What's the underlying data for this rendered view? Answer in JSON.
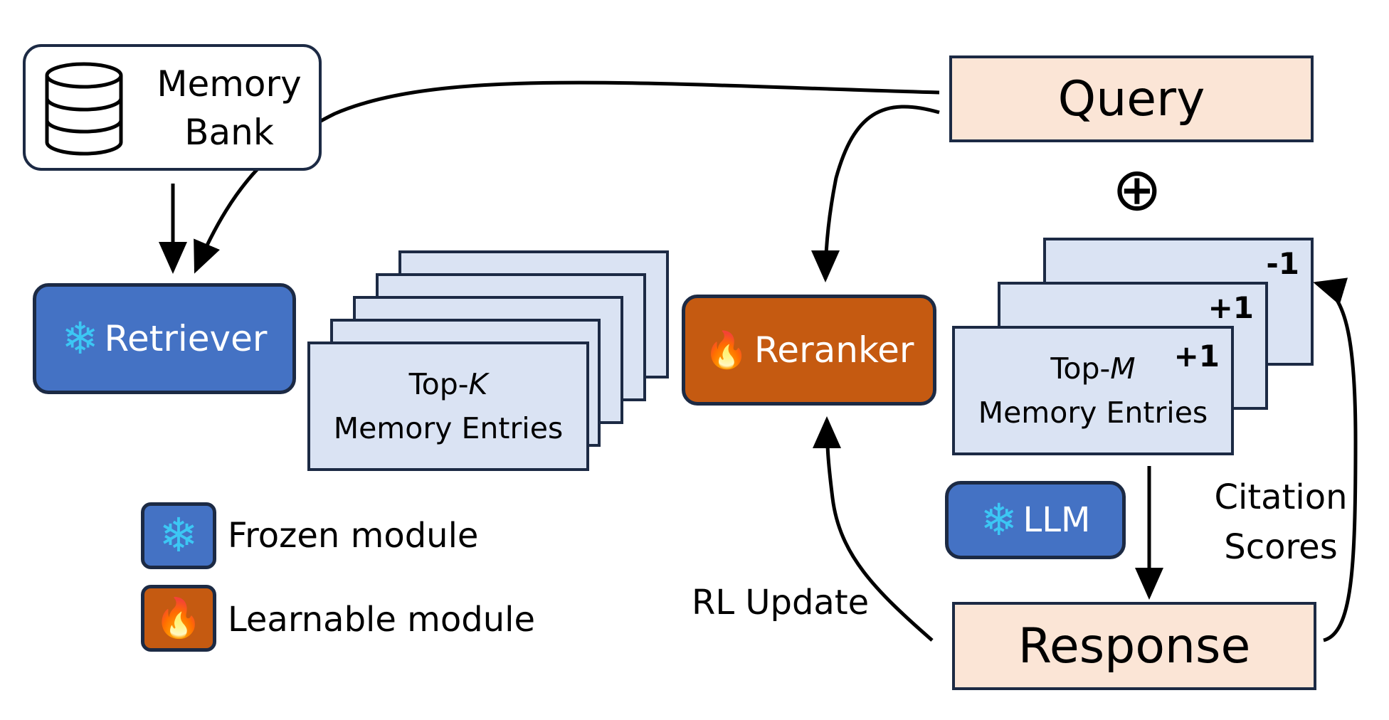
{
  "memory_bank": {
    "line1": "Memory",
    "line2": "Bank"
  },
  "retriever": {
    "label": "Retriever"
  },
  "reranker": {
    "label": "Reranker"
  },
  "llm": {
    "label": "LLM"
  },
  "top_k": {
    "line1_prefix": "Top-",
    "line1_var": "K",
    "line2": "Memory Entries"
  },
  "top_m": {
    "line1_prefix": "Top-",
    "line1_var": "M",
    "line2": "Memory Entries",
    "scores": [
      "+1",
      "+1",
      "-1"
    ]
  },
  "query": {
    "label": "Query"
  },
  "response": {
    "label": "Response"
  },
  "plus_symbol": "⊕",
  "citation_scores": {
    "line1": "Citation",
    "line2": "Scores"
  },
  "rl_update": "RL Update",
  "legend": {
    "frozen": "Frozen module",
    "learnable": "Learnable module"
  },
  "icons": {
    "frozen": "snowflake-icon",
    "learnable": "flame-icon",
    "memory_bank": "database-icon"
  },
  "colors": {
    "frozen": "#4472c4",
    "learnable": "#c55a11",
    "snowflake": "#3cc7f4",
    "entries": "#dae3f3",
    "io": "#fbe5d6",
    "border": "#1c2a44"
  }
}
